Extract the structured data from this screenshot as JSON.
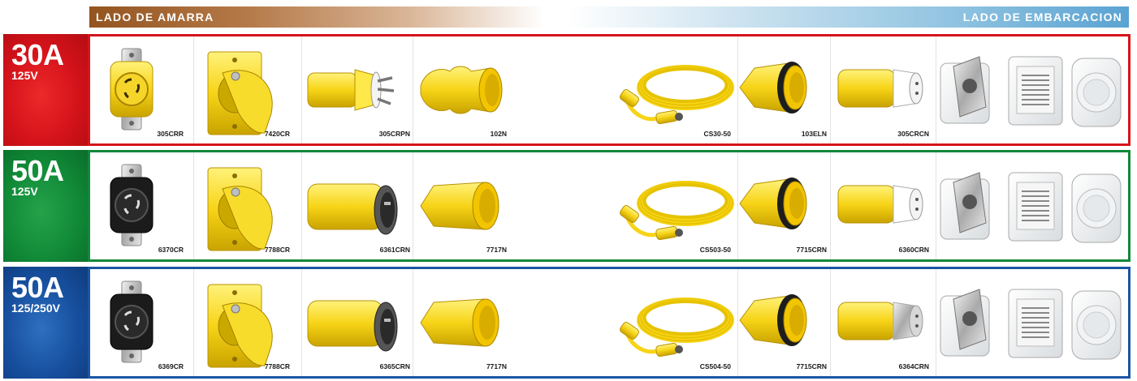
{
  "header": {
    "left_label": "LADO DE AMARRA",
    "right_label": "LADO DE EMBARCACION"
  },
  "rows": [
    {
      "amp": "30A",
      "volt": "125V",
      "badge_color": "#d4121a",
      "products": [
        "305CRR",
        "7420CR",
        "305CRPN",
        "102N",
        "CS30-50",
        "103ELN",
        "305CRCN"
      ],
      "inlet_icon": "shore-power-inlet-icon"
    },
    {
      "amp": "50A",
      "volt": "125V",
      "badge_color": "#118a37",
      "products": [
        "6370CR",
        "7788CR",
        "6361CRN",
        "7717N",
        "CS503-50",
        "7715CRN",
        "6360CRN"
      ],
      "inlet_icon": "shore-power-inlet-icon"
    },
    {
      "amp": "50A",
      "volt": "125/250V",
      "badge_color": "#174f9e",
      "products": [
        "6369CR",
        "7788CR",
        "6365CRN",
        "7717N",
        "CS504-50",
        "7715CRN",
        "6364CRN"
      ],
      "inlet_icon": "shore-power-inlet-icon"
    }
  ],
  "colors": {
    "product_yellow": "#f7d417",
    "shore_side": "#93541f",
    "boat_side": "#5aa3d2"
  }
}
